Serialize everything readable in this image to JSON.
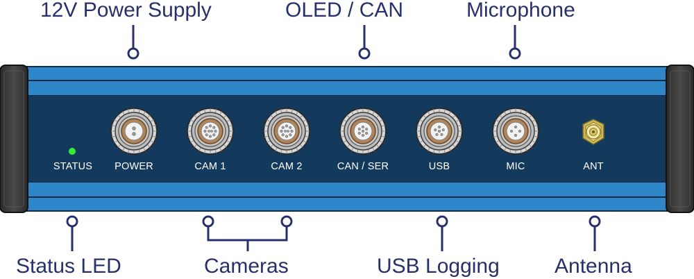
{
  "callouts": {
    "power_supply": "12V Power Supply",
    "oled_can": "OLED / CAN",
    "microphone": "Microphone",
    "status_led": "Status LED",
    "cameras": "Cameras",
    "usb_logging": "USB Logging",
    "antenna": "Antenna"
  },
  "panel_labels": {
    "status": "STATUS",
    "power": "POWER",
    "cam1": "CAM 1",
    "cam2": "CAM 2",
    "can_ser": "CAN / SER",
    "usb": "USB",
    "mic": "MIC",
    "ant": "ANT"
  },
  "colors": {
    "label_text": "#27306b",
    "panel_blue": "#2f86c8",
    "panel_dark": "#133a5d",
    "end_cap": "#3a3a3a",
    "status_led": "#33ee33",
    "connector_copper": "#c29a70",
    "sma_gold": "#e6d67a"
  },
  "icons": [
    "lemo-connector-icon",
    "sma-antenna-connector-icon",
    "status-led-icon"
  ]
}
